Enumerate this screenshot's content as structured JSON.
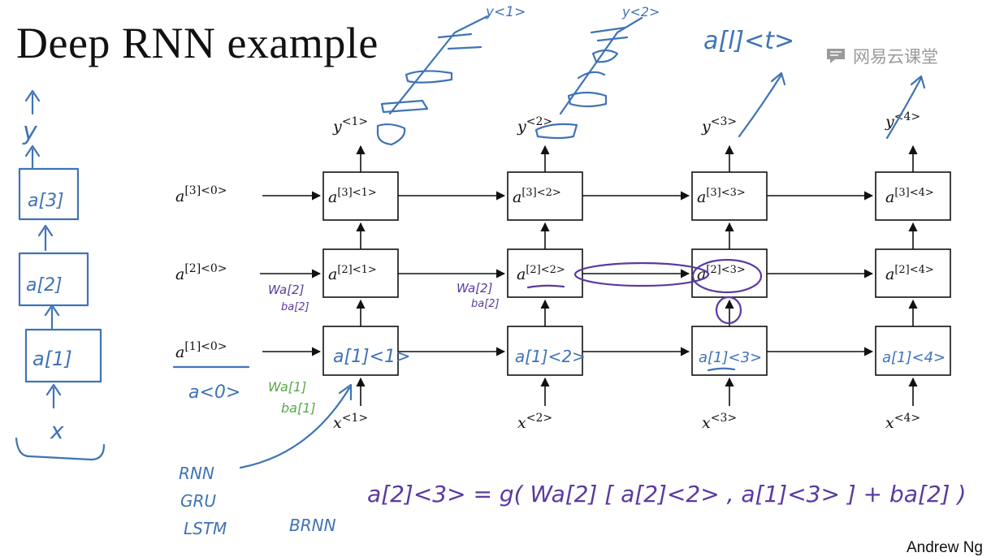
{
  "title": "Deep RNN example",
  "watermark": "网易云课堂",
  "author": "Andrew Ng",
  "initial_states": [
    {
      "base": "a",
      "sup": "[3]<0>"
    },
    {
      "base": "a",
      "sup": "[2]<0>"
    },
    {
      "base": "a",
      "sup": "[1]<0>"
    }
  ],
  "cells": [
    [
      {
        "base": "a",
        "sup": "[3]<1>"
      },
      {
        "base": "a",
        "sup": "[3]<2>"
      },
      {
        "base": "a",
        "sup": "[3]<3>"
      },
      {
        "base": "a",
        "sup": "[3]<4>"
      }
    ],
    [
      {
        "base": "a",
        "sup": "[2]<1>"
      },
      {
        "base": "a",
        "sup": "[2]<2>"
      },
      {
        "base": "a",
        "sup": "[2]<3>"
      },
      {
        "base": "a",
        "sup": "[2]<4>"
      }
    ]
  ],
  "inputs": [
    {
      "base": "x",
      "sup": "<1>"
    },
    {
      "base": "x",
      "sup": "<2>"
    },
    {
      "base": "x",
      "sup": "<3>"
    },
    {
      "base": "x",
      "sup": "<4>"
    }
  ],
  "outputs": [
    {
      "base": "y",
      "sup": "<1>"
    },
    {
      "base": "y",
      "sup": "<2>"
    },
    {
      "base": "y",
      "sup": "<3>"
    },
    {
      "base": "y",
      "sup": "<4>"
    }
  ],
  "annotations": {
    "layer1_cells": [
      "a[1]<1>",
      "a[1]<2>",
      "a[1]<3>",
      "a[1]<4>"
    ],
    "top_right_label": "a[l]<t>",
    "left_stack": [
      "y",
      "a[3]",
      "a[2]",
      "a[1]",
      "x"
    ],
    "a0_label": "a<0>",
    "weights_green": [
      "Wa[1]",
      "ba[1]"
    ],
    "weights_purple_1": [
      "Wa[2]",
      "ba[2]"
    ],
    "weights_purple_2": [
      "Wa[2]",
      "ba[2]"
    ],
    "cell_types": [
      "RNN",
      "GRU",
      "LSTM"
    ],
    "brnn": "BRNN",
    "equation": "a[2]<3> = g( Wa[2] [ a[2]<2> , a[1]<3> ] + ba[2] )",
    "top_outputs": [
      "y<1>",
      "y<2>"
    ]
  }
}
